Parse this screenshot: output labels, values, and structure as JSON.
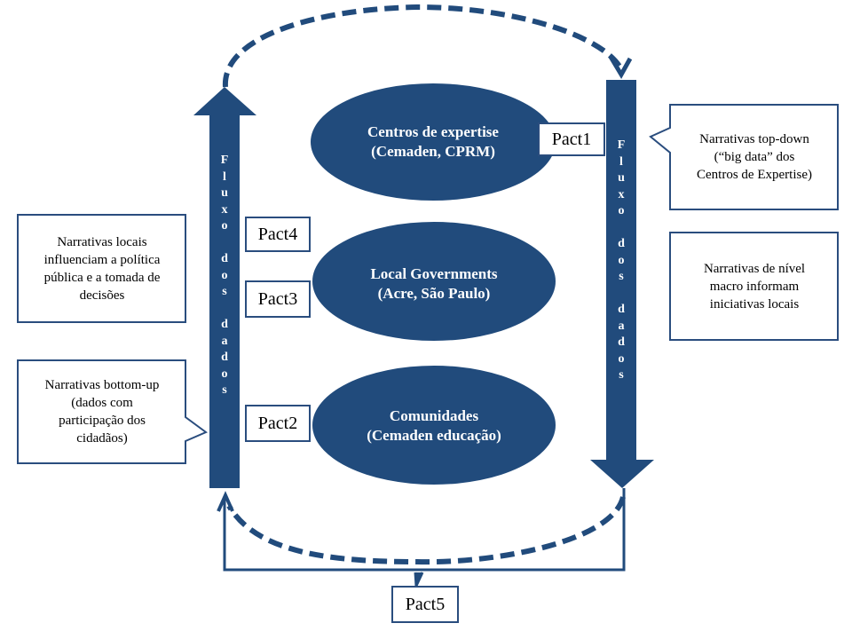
{
  "colors": {
    "primary": "#214b7c",
    "outline": "#2a4d7e",
    "text_on_primary": "#ffffff",
    "text": "#000000",
    "background": "#ffffff"
  },
  "ellipses": [
    {
      "id": "centros",
      "line1": "Centros de expertise",
      "line2": "(Cemaden, CPRM)"
    },
    {
      "id": "local-gov",
      "line1": "Local Governments",
      "line2": "(Acre, São Paulo)"
    },
    {
      "id": "comunidades",
      "line1": "Comunidades",
      "line2": "(Cemaden educação)"
    }
  ],
  "pacts": [
    "Pact1",
    "Pact2",
    "Pact3",
    "Pact4",
    "Pact5"
  ],
  "arrows": {
    "left": {
      "direction": "up",
      "label": "Fluxo dos dados"
    },
    "right": {
      "direction": "down",
      "label": "Fluxo dos dados"
    }
  },
  "notes": {
    "top_right": [
      "Narrativas top-down",
      "(“big data” dos",
      "Centros de Expertise)"
    ],
    "mid_right": [
      "Narrativas de nível",
      "macro informam",
      "iniciativas  locais"
    ],
    "top_left": [
      "Narrativas locais",
      "influenciam  a política",
      "pública e a tomada de",
      "decisões"
    ],
    "bottom_left": [
      "Narrativas bottom-up",
      "(dados com",
      "participação dos",
      "cidadãos)"
    ]
  }
}
